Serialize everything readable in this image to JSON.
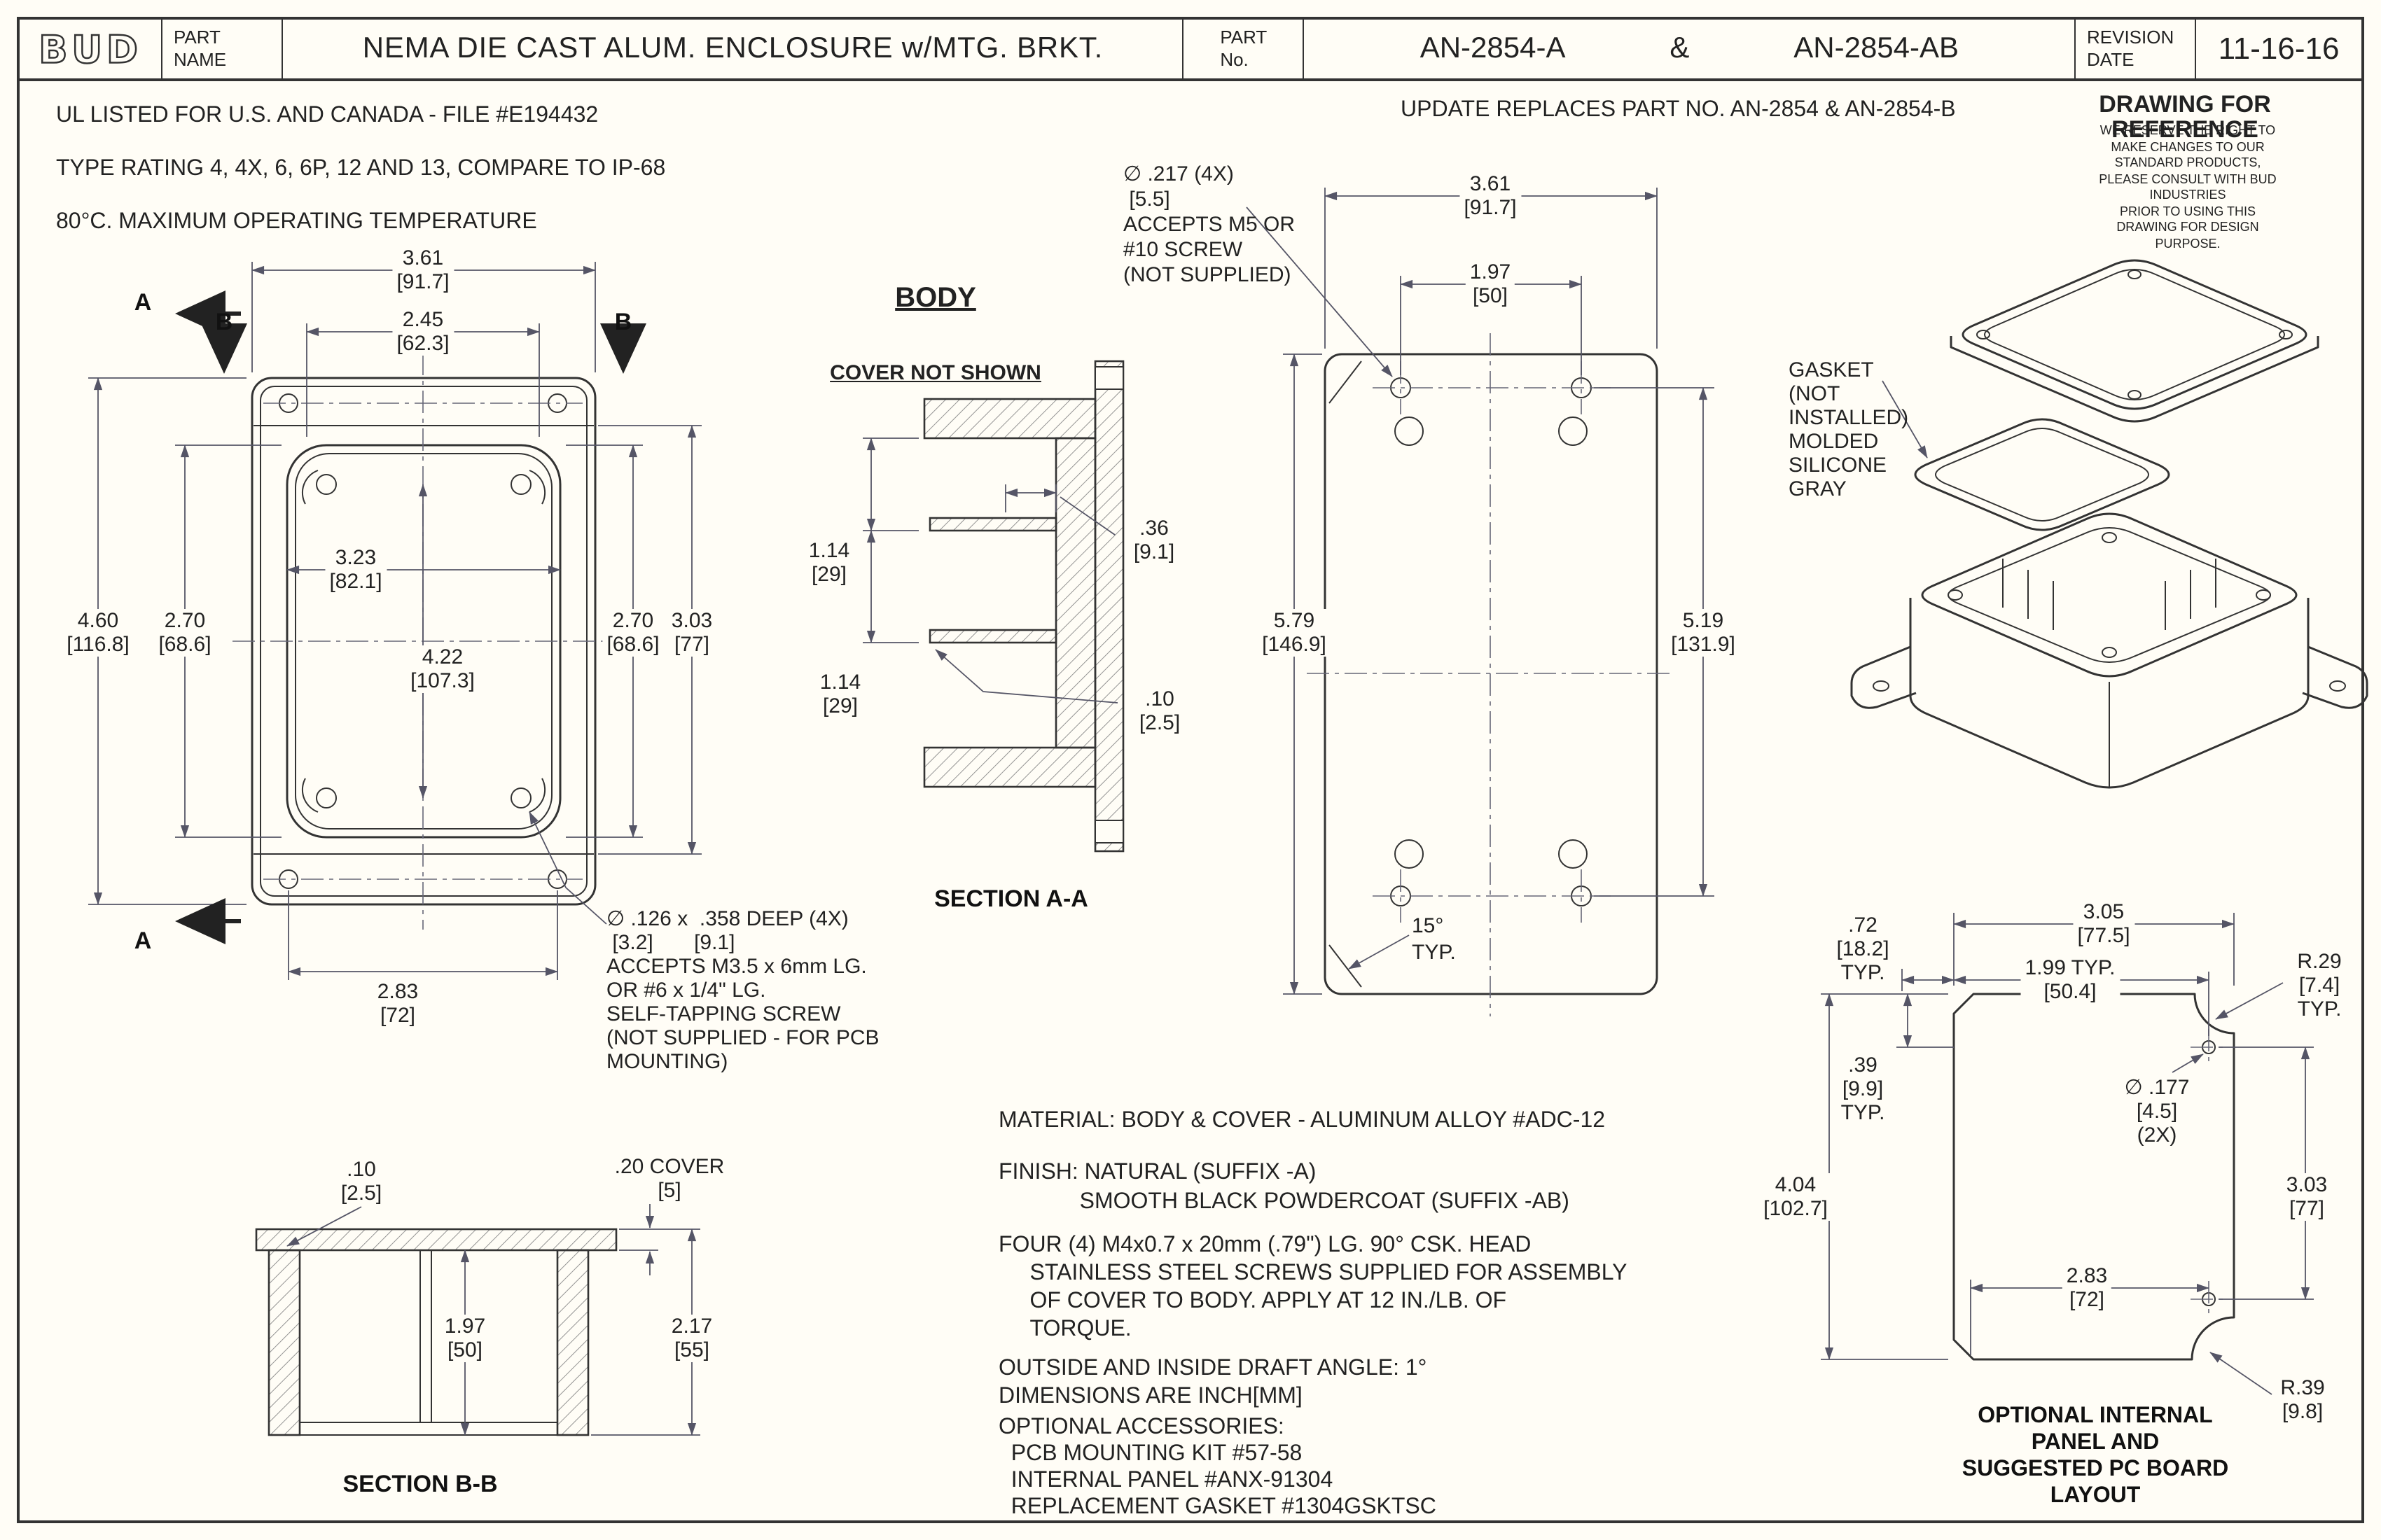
{
  "title_block": {
    "logo": "BUD",
    "part_name_label": "PART\nNAME",
    "part_name": "NEMA DIE CAST ALUM. ENCLOSURE w/MTG. BRKT.",
    "part_no_label": "PART\nNo.",
    "part_no_a": "AN-2854-A",
    "ampersand": "&",
    "part_no_ab": "AN-2854-AB",
    "revision_label": "REVISION\nDATE",
    "revision_date": "11-16-16"
  },
  "top_notes": {
    "ul_listing": "UL LISTED FOR U.S. AND CANADA - FILE #E194432",
    "type_rating": "TYPE RATING 4, 4X, 6, 6P, 12 AND 13, COMPARE TO IP-68",
    "max_temp": "80°C. MAXIMUM OPERATING TEMPERATURE",
    "update_note": "UPDATE REPLACES PART NO. AN-2854 & AN-2854-B",
    "reference_title": "DRAWING FOR REFERENCE",
    "reference_fine_print": "WE RESERVE THE RIGHT TO MAKE CHANGES TO OUR\nSTANDARD PRODUCTS, PLEASE CONSULT WITH BUD INDUSTRIES\nPRIOR TO USING THIS DRAWING FOR DESIGN PURPOSE."
  },
  "body_label": {
    "title": "BODY",
    "subtitle": "COVER NOT SHOWN"
  },
  "front_view": {
    "dim_width_outer": {
      "in": "3.61",
      "mm": "[91.7]"
    },
    "dim_width_inner": {
      "in": "2.45",
      "mm": "[62.3]"
    },
    "dim_height_outer": {
      "in": "4.60",
      "mm": "[116.8]"
    },
    "dim_height_cavity_left": {
      "in": "2.70",
      "mm": "[68.6]"
    },
    "dim_width_cavity": {
      "in": "3.23",
      "mm": "[82.1]"
    },
    "dim_boss_spacing": {
      "in": "4.22",
      "mm": "[107.3]"
    },
    "dim_height_cavity_right": {
      "in": "2.70",
      "mm": "[68.6]"
    },
    "dim_height_cover": {
      "in": "3.03",
      "mm": "[77]"
    },
    "dim_hole_spacing": {
      "in": "2.83",
      "mm": "[72]"
    },
    "section_a_label": "A",
    "section_b_label": "B",
    "pcb_boss_callout": "∅ .126 x  .358 DEEP (4X)\n [3.2]       [9.1]\nACCEPTS M3.5 x 6mm LG.\nOR #6 x 1/4\" LG.\nSELF-TAPPING SCREW\n(NOT SUPPLIED - FOR PCB\nMOUNTING)"
  },
  "section_aa": {
    "label": "SECTION A-A",
    "dim_rib_pitch_1": {
      "in": "1.14",
      "mm": "[29]"
    },
    "dim_rib_pitch_2": {
      "in": "1.14",
      "mm": "[29]"
    },
    "dim_rib_width": {
      "in": ".36",
      "mm": "[9.1]"
    },
    "dim_rib_gap": {
      "in": ".10",
      "mm": "[2.5]"
    }
  },
  "rear_view": {
    "mounting_hole_callout": "∅ .217 (4X)\n [5.5]\nACCEPTS M5 OR\n#10 SCREW\n(NOT SUPPLIED)",
    "dim_width_outer": {
      "in": "3.61",
      "mm": "[91.7]"
    },
    "dim_hole_spacing_h": {
      "in": "1.97",
      "mm": "[50]"
    },
    "dim_height_outer": {
      "in": "5.79",
      "mm": "[146.9]"
    },
    "dim_hole_spacing_v": {
      "in": "5.19",
      "mm": "[131.9]"
    },
    "draft_angle": "15°\nTYP."
  },
  "iso_view": {
    "gasket_note": "GASKET\n(NOT\nINSTALLED)\nMOLDED\nSILICONE\nGRAY"
  },
  "section_bb": {
    "label": "SECTION B-B",
    "dim_wall": {
      "in": ".10",
      "mm": "[2.5]"
    },
    "dim_cover": {
      "in": ".20 COVER",
      "mm": "[5]"
    },
    "dim_inner_depth": {
      "in": "1.97",
      "mm": "[50]"
    },
    "dim_outer_depth": {
      "in": "2.17",
      "mm": "[55]"
    }
  },
  "panel_view": {
    "title": "OPTIONAL INTERNAL PANEL AND\nSUGGESTED PC BOARD LAYOUT",
    "dim_width": {
      "in": "3.05",
      "mm": "[77.5]"
    },
    "dim_hole_offset_h": {
      "in": "1.99  TYP.",
      "mm": "[50.4]"
    },
    "dim_edge_offset": {
      "in": ".72",
      "mm": "[18.2]",
      "suffix": "TYP."
    },
    "dim_corner_radius_top": {
      "in": "R.29",
      "mm": "[7.4]",
      "suffix": "TYP."
    },
    "dim_hole_offset_v": {
      "in": ".39",
      "mm": "[9.9]",
      "suffix": "TYP."
    },
    "dim_hole_dia": {
      "in": "∅ .177",
      "mm": "[4.5]",
      "suffix": "(2X)"
    },
    "dim_height": {
      "in": "4.04",
      "mm": "[102.7]"
    },
    "dim_height_inner": {
      "in": "3.03",
      "mm": "[77]"
    },
    "dim_width_inner": {
      "in": "2.83",
      "mm": "[72]"
    },
    "dim_corner_radius_bottom": {
      "in": "R.39",
      "mm": "[9.8]"
    }
  },
  "bottom_notes": {
    "material": "MATERIAL: BODY & COVER - ALUMINUM ALLOY #ADC-12",
    "finish": "FINISH: NATURAL (SUFFIX -A)\n             SMOOTH BLACK POWDERCOAT (SUFFIX -AB)",
    "screws": "FOUR (4) M4x0.7 x 20mm (.79\") LG. 90° CSK. HEAD\n     STAINLESS STEEL SCREWS SUPPLIED FOR ASSEMBLY\n     OF COVER TO BODY. APPLY AT 12 IN./LB. OF\n     TORQUE.",
    "draft": "OUTSIDE AND INSIDE DRAFT ANGLE: 1°\nDIMENSIONS ARE INCH[MM]",
    "accessories": "OPTIONAL ACCESSORIES:\n  PCB MOUNTING KIT #57-58\n  INTERNAL PANEL #ANX-91304\n  REPLACEMENT GASKET #1304GSKTSC"
  }
}
